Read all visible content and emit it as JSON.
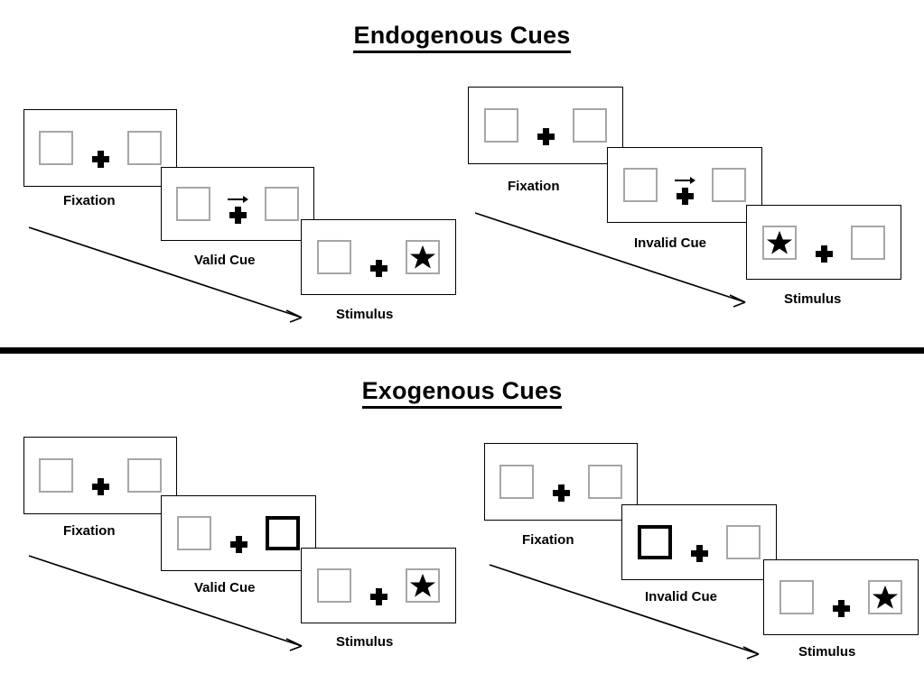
{
  "sections": [
    {
      "id": "endogenous",
      "title": "Endogenous Cues",
      "cue_type": "arrow",
      "sequences": [
        {
          "id": "endogenous-valid",
          "panels": [
            {
              "id": "fixation",
              "caption": "Fixation",
              "left_box": "empty",
              "right_box": "empty",
              "cue": "none",
              "center": "cross"
            },
            {
              "id": "cue",
              "caption": "Valid Cue",
              "left_box": "empty",
              "right_box": "empty",
              "cue": "arrow-right",
              "center": "cross"
            },
            {
              "id": "stimulus",
              "caption": "Stimulus",
              "left_box": "empty",
              "right_box": "star",
              "cue": "none",
              "center": "cross"
            }
          ]
        },
        {
          "id": "endogenous-invalid",
          "panels": [
            {
              "id": "fixation",
              "caption": "Fixation",
              "left_box": "empty",
              "right_box": "empty",
              "cue": "none",
              "center": "cross"
            },
            {
              "id": "cue",
              "caption": "Invalid Cue",
              "left_box": "empty",
              "right_box": "empty",
              "cue": "arrow-right",
              "center": "cross"
            },
            {
              "id": "stimulus",
              "caption": "Stimulus",
              "left_box": "star",
              "right_box": "empty",
              "cue": "none",
              "center": "cross"
            }
          ]
        }
      ]
    },
    {
      "id": "exogenous",
      "title": "Exogenous Cues",
      "cue_type": "box-highlight",
      "sequences": [
        {
          "id": "exogenous-valid",
          "panels": [
            {
              "id": "fixation",
              "caption": "Fixation",
              "left_box": "empty",
              "right_box": "empty",
              "cue": "none",
              "center": "cross"
            },
            {
              "id": "cue",
              "caption": "Valid Cue",
              "left_box": "empty",
              "right_box": "cued",
              "cue": "none",
              "center": "cross"
            },
            {
              "id": "stimulus",
              "caption": "Stimulus",
              "left_box": "empty",
              "right_box": "star",
              "cue": "none",
              "center": "cross"
            }
          ]
        },
        {
          "id": "exogenous-invalid",
          "panels": [
            {
              "id": "fixation",
              "caption": "Fixation",
              "left_box": "empty",
              "right_box": "empty",
              "cue": "none",
              "center": "cross"
            },
            {
              "id": "cue",
              "caption": "Invalid Cue",
              "left_box": "cued",
              "right_box": "empty",
              "cue": "none",
              "center": "cross"
            },
            {
              "id": "stimulus",
              "caption": "Stimulus",
              "left_box": "empty",
              "right_box": "star",
              "cue": "none",
              "center": "cross"
            }
          ]
        }
      ]
    }
  ],
  "colors": {
    "ink": "#000000",
    "box_border": "#a6a6a6",
    "panel_border": "#000000",
    "background": "#ffffff"
  }
}
